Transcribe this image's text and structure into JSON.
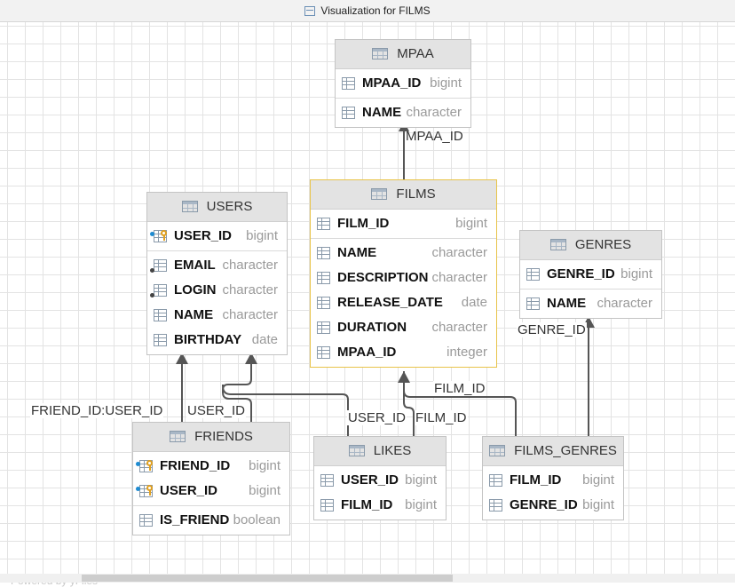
{
  "window": {
    "title": "Visualization for FILMS"
  },
  "footer": {
    "powered_by": "Powered by yFiles"
  },
  "tables": {
    "mpaa": {
      "name": "MPAA",
      "sections": [
        [
          {
            "name": "MPAA_ID",
            "type": "bigint",
            "icons": []
          }
        ],
        [
          {
            "name": "NAME",
            "type": "character",
            "icons": []
          }
        ]
      ]
    },
    "films": {
      "name": "FILMS",
      "sections": [
        [
          {
            "name": "FILM_ID",
            "type": "bigint",
            "icons": []
          }
        ],
        [
          {
            "name": "NAME",
            "type": "character",
            "icons": []
          },
          {
            "name": "DESCRIPTION",
            "type": "character",
            "icons": []
          },
          {
            "name": "RELEASE_DATE",
            "type": "date",
            "icons": []
          },
          {
            "name": "DURATION",
            "type": "character",
            "icons": []
          },
          {
            "name": "MPAA_ID",
            "type": "integer",
            "icons": []
          }
        ]
      ]
    },
    "users": {
      "name": "USERS",
      "sections": [
        [
          {
            "name": "USER_ID",
            "type": "bigint",
            "icons": [
              "fk",
              "key"
            ]
          }
        ],
        [
          {
            "name": "EMAIL",
            "type": "character",
            "icons": [
              "nn"
            ]
          },
          {
            "name": "LOGIN",
            "type": "character",
            "icons": [
              "nn"
            ]
          },
          {
            "name": "NAME",
            "type": "character",
            "icons": []
          },
          {
            "name": "BIRTHDAY",
            "type": "date",
            "icons": []
          }
        ]
      ]
    },
    "genres": {
      "name": "GENRES",
      "sections": [
        [
          {
            "name": "GENRE_ID",
            "type": "bigint",
            "icons": []
          }
        ],
        [
          {
            "name": "NAME",
            "type": "character",
            "icons": []
          }
        ]
      ]
    },
    "friends": {
      "name": "FRIENDS",
      "sections": [
        [
          {
            "name": "FRIEND_ID",
            "type": "bigint",
            "icons": [
              "fk",
              "key"
            ]
          },
          {
            "name": "USER_ID",
            "type": "bigint",
            "icons": [
              "fk",
              "key"
            ]
          }
        ],
        [
          {
            "name": "IS_FRIEND",
            "type": "boolean",
            "icons": []
          }
        ]
      ]
    },
    "likes": {
      "name": "LIKES",
      "sections": [
        [
          {
            "name": "USER_ID",
            "type": "bigint",
            "icons": []
          },
          {
            "name": "FILM_ID",
            "type": "bigint",
            "icons": []
          }
        ]
      ]
    },
    "films_genres": {
      "name": "FILMS_GENRES",
      "sections": [
        [
          {
            "name": "FILM_ID",
            "type": "bigint",
            "icons": []
          },
          {
            "name": "GENRE_ID",
            "type": "bigint",
            "icons": []
          }
        ]
      ]
    }
  },
  "edge_labels": {
    "films_mpaa": "MPAA_ID",
    "friends_users_friend": "FRIEND_ID:USER_ID",
    "friends_users_user": "USER_ID",
    "likes_users": "USER_ID",
    "likes_films": "FILM_ID",
    "filmsgenres_films": "FILM_ID",
    "filmsgenres_genres": "GENRE_ID"
  },
  "colors": {
    "selected_border": "#e8c44a",
    "foreign_key": "#1d8bd1",
    "primary_key": "#e0a020"
  }
}
